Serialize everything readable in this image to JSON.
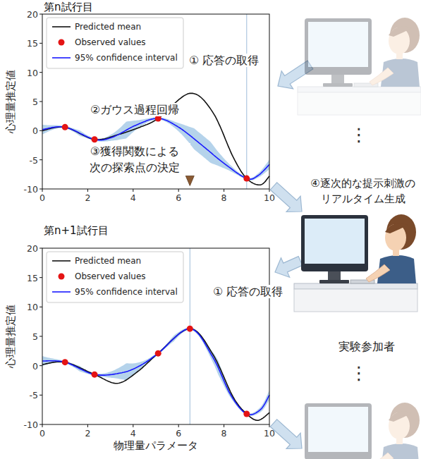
{
  "diagram": {
    "labels": [
      "第n試行目",
      "心理量推定値",
      "20",
      "15",
      "10",
      "5",
      "0",
      "-5",
      "-10",
      "0",
      "2",
      "4",
      "6",
      "8",
      "10",
      "① 応答の取得",
      "②ガウス過程回帰",
      "③獲得関数による 次の探索点の決定",
      "第n+1試行目",
      "心理量推定値",
      "20",
      "15",
      "10",
      "5",
      "0",
      "-5",
      "-10",
      "0",
      "2",
      "4",
      "6",
      "8",
      "10",
      "物理量パラメータ",
      "① 応答の取得",
      "⋮",
      "④逐次的な提示刺激の リアルタイム生成",
      "実験参加者",
      "⋮"
    ],
    "legend": [
      {
        "text": "Predicted mean"
      },
      {
        "text": "Observed values"
      },
      {
        "text": "95% confidence interval"
      },
      {
        "text": "Predicted mean"
      },
      {
        "text": "Observed values"
      },
      {
        "text": "95% confidence interval"
      }
    ]
  }
}
